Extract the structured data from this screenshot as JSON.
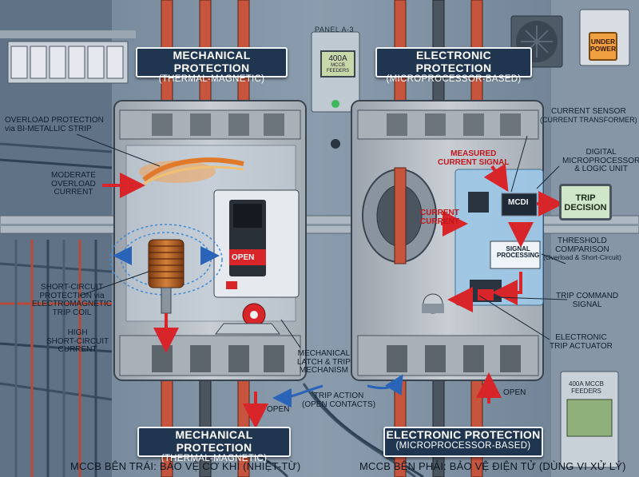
{
  "titles": {
    "left_top": {
      "line1": "MECHANICAL PROTECTION",
      "line2": "(THERMAL-MAGNETIC)"
    },
    "right_top": {
      "line1": "ELECTRONIC PROTECTION",
      "line2": "(MICROPROCESSOR-BASED)"
    },
    "left_bottom": {
      "line1": "MECHANICAL PROTECTION",
      "line2": "(THERMAL-MAGNETIC)"
    },
    "right_bottom": {
      "line1": "ELECTRONIC PROTECTION",
      "line2": "(MICROPROCESSOR-BASED)"
    }
  },
  "captions": {
    "left": "MCCB BÊN TRÁI: BẢO VỆ CƠ KHÍ (NHIỆT-TỪ)",
    "right": "MCCB BÊN PHẢI: BẢO VỆ ĐIỆN TỬ (DÙNG VI XỬ LÝ)"
  },
  "mechanical_labels": {
    "overload_line1": "OVERLOAD PROTECTION",
    "overload_line2": "via BI-METALLIC STRIP",
    "moderate_line1": "MODERATE",
    "moderate_line2": "OVERLOAD",
    "moderate_line3": "CURRENT",
    "short_line1": "SHORT-CIRCUIT",
    "short_line2": "PROTECTION via",
    "short_line3": "ELECTROMAGNETIC",
    "short_line4": "TRIP COIL",
    "high_line1": "HIGH",
    "high_line2": "SHORT-CIRCUIT",
    "high_line3": "CURRENT",
    "latch_line1": "MECHANICAL",
    "latch_line2": "LATCH & TRIP",
    "latch_line3": "MECHANISM",
    "trip_action_line1": "TRIP ACTION",
    "trip_action_line2": "(OPEN CONTACTS)",
    "open_handle": "OPEN",
    "open_arrow": "OPEN"
  },
  "electronic_labels": {
    "sensor_line1": "CURRENT SENSOR",
    "sensor_line2": "(CURRENT TRANSFORMER)",
    "measured_line1": "MEASURED",
    "measured_line2": "CURRENT SIGNAL",
    "current_line1": "CURRENT",
    "current_line2": "CURRENT",
    "mcu_chip": "MCDI",
    "digital_line1": "DIGITAL",
    "digital_line2": "MICROPROCESSOR",
    "digital_line3": "& LOGIC UNIT",
    "trip_decision_line1": "TRIP",
    "trip_decision_line2": "DECISION",
    "signal_line1": "SIGNAL",
    "signal_line2": "PROCESSING",
    "threshold_line1": "THRESHOLD",
    "threshold_line2": "COMPARISON",
    "threshold_line3": "(Overload & Short-Circuit)",
    "trip_cmd_line1": "TRIP COMMAND",
    "trip_cmd_line2": "SIGNAL",
    "actuator_line1": "ELECTRONIC",
    "actuator_line2": "TRIP ACTUATOR",
    "open_arrow": "OPEN"
  },
  "background_labels": {
    "panel": "PANEL A-3",
    "meter_line1": "400A",
    "meter_line2": "MCCB FEEDERS",
    "under_power_line1": "UNDER",
    "under_power_line2": "POWER",
    "feeders_line1": "400A MCCB",
    "feeders_line2": "FEEDERS"
  },
  "colors": {
    "title_box": "#1f3550",
    "red_arrow": "#d8252a",
    "blue_arrow": "#2a64b8",
    "busbar_copper": "#c7553e",
    "breaker_body": "#b6bcc3",
    "pcb_blue": "#9dc7e6"
  }
}
